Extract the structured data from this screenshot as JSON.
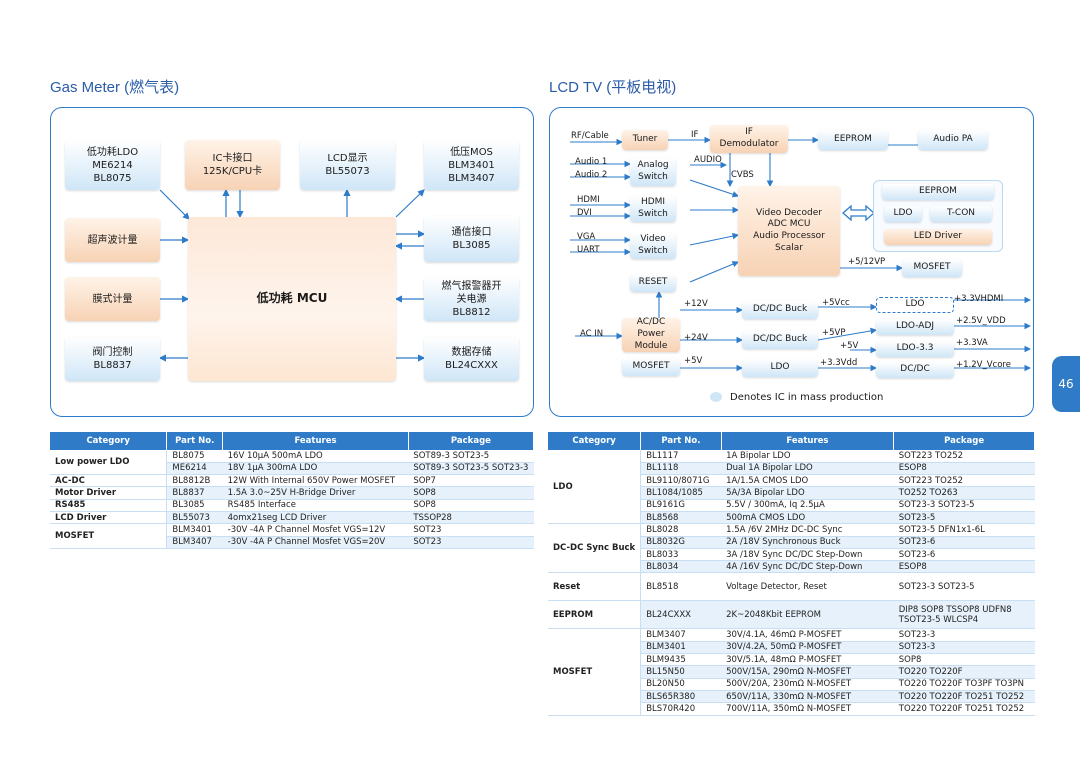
{
  "titles": {
    "left": "Gas Meter (燃气表)",
    "right": "LCD TV (平板电视)"
  },
  "gas": {
    "ldo": [
      "低功耗LDO",
      "ME6214",
      "BL8075"
    ],
    "ic": [
      "IC卡接口",
      "125K/CPU卡"
    ],
    "lcd": [
      "LCD显示",
      "BL55073"
    ],
    "mos": [
      "低压MOS",
      "BLM3401",
      "BLM3407"
    ],
    "ultra": "超声波计量",
    "comm": [
      "通信接口",
      "BL3085"
    ],
    "film": "膜式计量",
    "mcu": "低功耗 MCU",
    "alarm": [
      "燃气报警器开",
      "关电源",
      "BL8812"
    ],
    "valve": [
      "阀门控制",
      "BL8837"
    ],
    "store": [
      "数据存储",
      "BL24CXXX"
    ]
  },
  "tv": {
    "inputs": [
      "RF/Cable",
      "Audio 1",
      "Audio 2",
      "HDMI",
      "DVI",
      "VGA",
      "UART",
      "AC IN"
    ],
    "tuner": "Tuner",
    "if_lbl": "IF",
    "ifdemod": [
      "IF",
      "Demodulator"
    ],
    "eeprom1": "EEPROM",
    "audiopa": "Audio PA",
    "analog": [
      "Analog",
      "Switch"
    ],
    "audio_lbl": "AUDIO",
    "cvbs_lbl": "CVBS",
    "eeprom2": "EEPROM",
    "ldo_small": "LDO",
    "tcon": "T-CON",
    "led": "LED Driver",
    "hdmisw": [
      "HDMI",
      "Switch"
    ],
    "decoder": [
      "Video Decoder",
      "ADC MCU",
      "Audio Processor",
      "Scalar"
    ],
    "videosw": [
      "Video",
      "Switch"
    ],
    "reset": "RESET",
    "v512": "+5/12VP",
    "mosfet1": "MOSFET",
    "acdc": [
      "AC/DC",
      "Power",
      "Module"
    ],
    "v12": "+12V",
    "v24": "+24V",
    "v5": "+5V",
    "buck1": "DC/DC Buck",
    "v5cc": "+5Vcc",
    "ldo_dash": "LDO",
    "v33hdmi": "+3.3VHDMI",
    "ldoadj": "LDO-ADJ",
    "v25": "+2.5V_VDD",
    "buck2": "DC/DC Buck",
    "v5vp": "+5VP",
    "v5b": "+5V",
    "ldo33": "LDO-3.3",
    "v33va": "+3.3VA",
    "mosfet2": "MOSFET",
    "ldo3": "LDO",
    "v33vdd": "+3.3Vdd",
    "dcdc": "DC/DC",
    "v12core": "+1.2V_Vcore",
    "legend": "Denotes IC in mass production"
  },
  "table_left": {
    "headers": [
      "Category",
      "Part No.",
      "Features",
      "Package"
    ],
    "rows": [
      {
        "cat": "Low power LDO",
        "span": 2,
        "part": "BL8075",
        "feat": "16V 10μA 500mA LDO",
        "pkg": "SOT89-3 SOT23-5"
      },
      {
        "part": "ME6214",
        "feat": "18V 1μA 300mA LDO",
        "pkg": "SOT89-3 SOT23-5 SOT23-3"
      },
      {
        "cat": "AC-DC",
        "span": 1,
        "part": "BL8812B",
        "feat": "12W With Internal 650V Power MOSFET",
        "pkg": "SOP7"
      },
      {
        "cat": "Motor Driver",
        "span": 1,
        "part": "BL8837",
        "feat": "1.5A 3.0~25V H-Bridge Driver",
        "pkg": "SOP8"
      },
      {
        "cat": "RS485",
        "span": 1,
        "part": "BL3085",
        "feat": "RS485 Interface",
        "pkg": "SOP8"
      },
      {
        "cat": "LCD Driver",
        "span": 1,
        "part": "BL55073",
        "feat": "4omx21seg LCD Driver",
        "pkg": "TSSOP28"
      },
      {
        "cat": "MOSFET",
        "span": 2,
        "part": "BLM3401",
        "feat": "-30V -4A P Channel Mosfet VGS=12V",
        "pkg": "SOT23"
      },
      {
        "part": "BLM3407",
        "feat": "-30V -4A P Channel Mosfet VGS=20V",
        "pkg": "SOT23"
      }
    ]
  },
  "table_right": {
    "headers": [
      "Category",
      "Part No.",
      "Features",
      "Package"
    ],
    "rows": [
      {
        "cat": "LDO",
        "span": 6,
        "part": "BL1117",
        "feat": "1A Bipolar LDO",
        "pkg": "SOT223 TO252"
      },
      {
        "part": "BL1118",
        "feat": "Dual 1A Bipolar LDO",
        "pkg": "ESOP8"
      },
      {
        "part": "BL9110/8071G",
        "feat": "1A/1.5A CMOS LDO",
        "pkg": "SOT223 TO252"
      },
      {
        "part": "BL1084/1085",
        "feat": "5A/3A Bipolar LDO",
        "pkg": "TO252 TO263"
      },
      {
        "part": "BL9161G",
        "feat": "5.5V / 300mA, Iq 2.5μA",
        "pkg": "SOT23-3 SOT23-5"
      },
      {
        "part": "BL8568",
        "feat": "500mA CMOS LDO",
        "pkg": "SOT23-5"
      },
      {
        "cat": "DC-DC Sync Buck",
        "span": 4,
        "part": "BL8028",
        "feat": "1.5A /6V 2MHz DC-DC Sync",
        "pkg": "SOT23-5 DFN1x1-6L"
      },
      {
        "part": "BL8032G",
        "feat": "2A /18V Synchronous Buck",
        "pkg": "SOT23-6"
      },
      {
        "part": "BL8033",
        "feat": "3A /18V Sync DC/DC Step-Down",
        "pkg": "SOT23-6"
      },
      {
        "part": "BL8034",
        "feat": "4A /16V Sync DC/DC Step-Down",
        "pkg": "ESOP8"
      },
      {
        "cat": "Reset",
        "span": 1,
        "part": "BL8518",
        "feat": "Voltage Detector, Reset",
        "pkg": "SOT23-3 SOT23-5",
        "tall": true
      },
      {
        "cat": "EEPROM",
        "span": 1,
        "part": "BL24CXXX",
        "feat": "2K~2048Kbit EEPROM",
        "pkg": "DIP8 SOP8 TSSOP8 UDFN8",
        "pkg2": "TSOT23-5 WLCSP4",
        "tall": true
      },
      {
        "cat": "MOSFET",
        "span": 8,
        "part": "BLM3407",
        "feat": "30V/4.1A, 46mΩ P-MOSFET",
        "pkg": "SOT23-3"
      },
      {
        "part": "BLM3401",
        "feat": "30V/4.2A, 50mΩ P-MOSFET",
        "pkg": "SOT23-3"
      },
      {
        "part": "BLM9435",
        "feat": "30V/5.1A, 48mΩ P-MOSFET",
        "pkg": "SOP8"
      },
      {
        "part": "BL15N50",
        "feat": "500V/15A, 290mΩ N-MOSFET",
        "pkg": "TO220 TO220F"
      },
      {
        "part": "BL20N50",
        "feat": "500V/20A, 230mΩ N-MOSFET",
        "pkg": "TO220 TO220F TO3PF TO3PN"
      },
      {
        "part": "BLS65R380",
        "feat": "650V/11A, 330mΩ N-MOSFET",
        "pkg": "TO220 TO220F TO251 TO252"
      },
      {
        "part": "BLS70R420",
        "feat": "700V/11A, 350mΩ N-MOSFET",
        "pkg": "TO220 TO220F TO251 TO252"
      }
    ]
  },
  "page_number": "46"
}
